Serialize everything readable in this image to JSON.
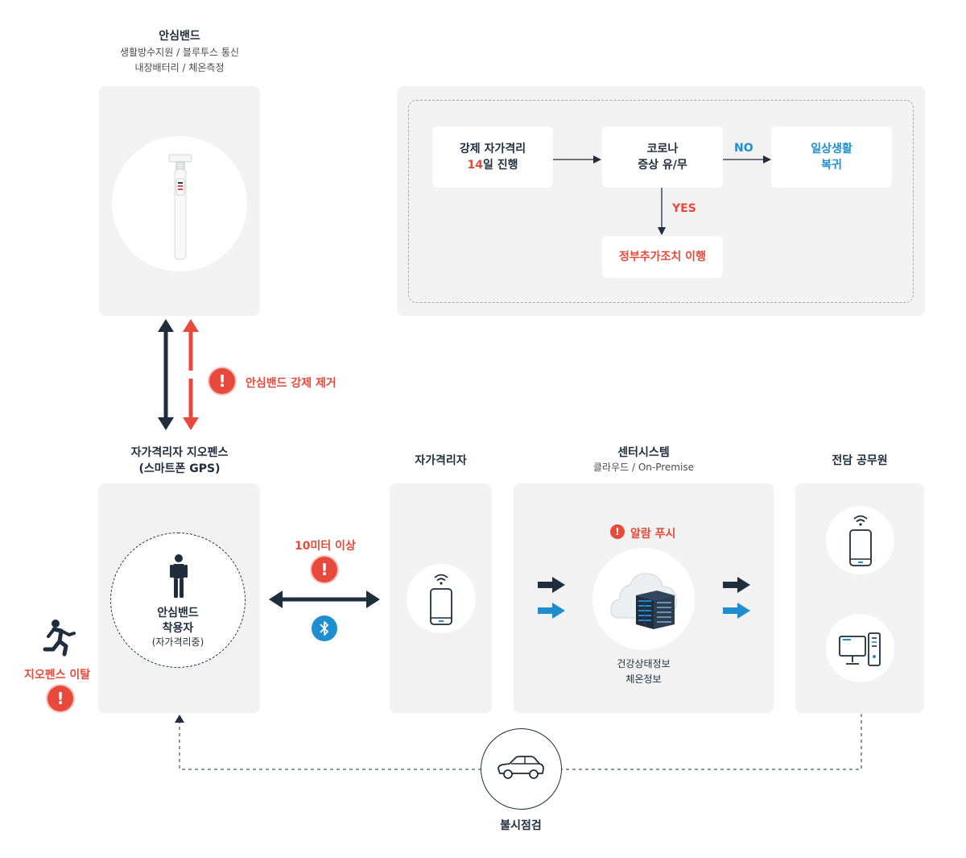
{
  "band": {
    "title": "안심밴드",
    "line1": "생활방수지원 / 블루투스 통신",
    "line2": "내장배터리 / 체온측정"
  },
  "flow": {
    "box1_line1": "강제 자가격리",
    "box1_num": "14",
    "box1_rest": "일 진행",
    "box2_line1": "코로나",
    "box2_line2": "증상 유/무",
    "no_label": "NO",
    "box3_line1": "일상생활",
    "box3_line2": "복귀",
    "yes_label": "YES",
    "box4": "정부추가조치 이행"
  },
  "band_removal": "안심밴드 강제 제거",
  "geofence": {
    "title_line1": "자가격리자 지오펜스",
    "title_line2": "(스마트폰 GPS)",
    "wearer_line1": "안심밴드",
    "wearer_line2": "착용자",
    "wearer_line3": "(자가격리중)",
    "exit_label": "지오펜스 이탈"
  },
  "distance_label": "10미터 이상",
  "quarantine": {
    "title": "자가격리자"
  },
  "center": {
    "title": "센터시스템",
    "subtitle": "클라우드 / On-Premise",
    "alarm": "알람 푸시",
    "info1": "건강상태정보",
    "info2": "체온정보"
  },
  "officer": {
    "title": "전담 공무원"
  },
  "inspection": "불시점검",
  "colors": {
    "dark": "#1f2d3d",
    "red": "#e8493a",
    "blue": "#1d8ed0",
    "panel": "#f2f2f2"
  }
}
